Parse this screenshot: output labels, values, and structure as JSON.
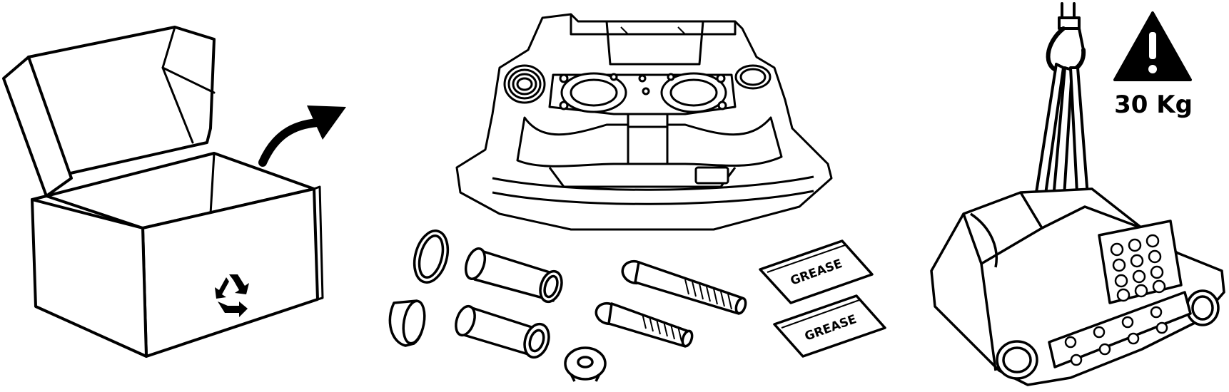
{
  "warning": {
    "icon": "warning-triangle-icon",
    "weight_label": "30 Kg"
  },
  "kit": {
    "grease_label_1": "GREASE",
    "grease_label_2": "GREASE"
  },
  "icons": {
    "recycle": "recycle-icon",
    "arrow": "curved-arrow-icon",
    "hook": "lifting-hook-icon"
  },
  "colors": {
    "line": "#000000",
    "background": "#ffffff"
  }
}
